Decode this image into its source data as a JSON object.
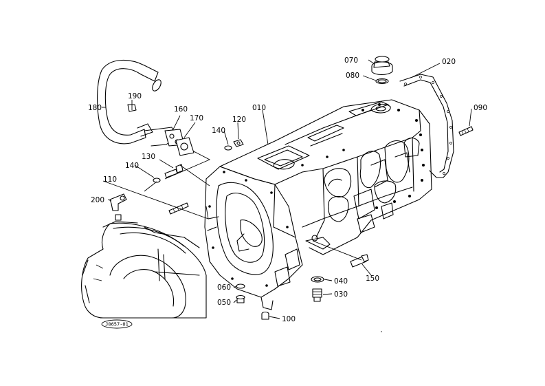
{
  "diagram": {
    "parts": [
      {
        "id": "p010",
        "label": "010",
        "name": "transmission-case"
      },
      {
        "id": "p020",
        "label": "020",
        "name": "gasket"
      },
      {
        "id": "p030",
        "label": "030",
        "name": "drain-plug"
      },
      {
        "id": "p040",
        "label": "040",
        "name": "drain-washer"
      },
      {
        "id": "p050",
        "label": "050",
        "name": "plug"
      },
      {
        "id": "p060",
        "label": "060",
        "name": "washer"
      },
      {
        "id": "p070",
        "label": "070",
        "name": "oil-filler-cap"
      },
      {
        "id": "p080",
        "label": "080",
        "name": "o-ring"
      },
      {
        "id": "p090",
        "label": "090",
        "name": "stud"
      },
      {
        "id": "p100",
        "label": "100",
        "name": "plug"
      },
      {
        "id": "p110",
        "label": "110",
        "name": "stud-bolt"
      },
      {
        "id": "p120",
        "label": "120",
        "name": "nut"
      },
      {
        "id": "p130",
        "label": "130",
        "name": "bolt"
      },
      {
        "id": "p140a",
        "label": "140",
        "name": "washer-upper"
      },
      {
        "id": "p140b",
        "label": "140",
        "name": "washer-left"
      },
      {
        "id": "p150",
        "label": "150",
        "name": "bolt"
      },
      {
        "id": "p160",
        "label": "160",
        "name": "gasket-plate"
      },
      {
        "id": "p170",
        "label": "170",
        "name": "plate"
      },
      {
        "id": "p180",
        "label": "180",
        "name": "breather-hose"
      },
      {
        "id": "p190",
        "label": "190",
        "name": "hose-clamp"
      },
      {
        "id": "p200",
        "label": "200",
        "name": "elbow-fitting"
      }
    ],
    "reference_code": "J0657-01"
  }
}
